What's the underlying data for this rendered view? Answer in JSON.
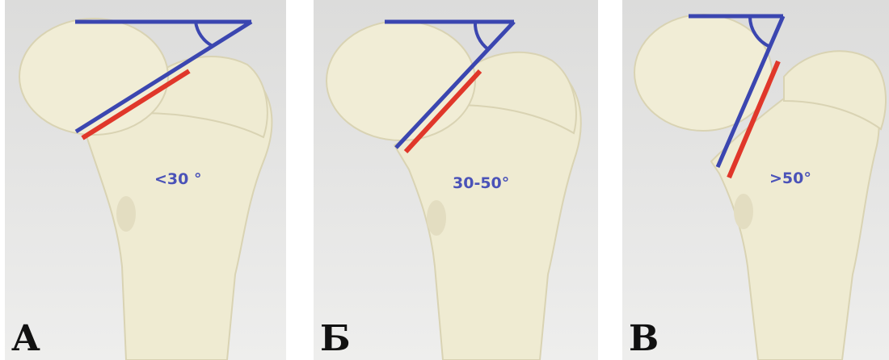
{
  "colors": {
    "bone_fill": "#efebd2",
    "bone_shadow": "#d9d3b3",
    "reference_line": "#3b46b0",
    "neck_line": "#e0372a",
    "label_text": "#4a52b8"
  },
  "panels": [
    {
      "letter": "А",
      "angle_label": "<30 °"
    },
    {
      "letter": "Б",
      "angle_label": "30-50°"
    },
    {
      "letter": "В",
      "angle_label": ">50°"
    }
  ]
}
